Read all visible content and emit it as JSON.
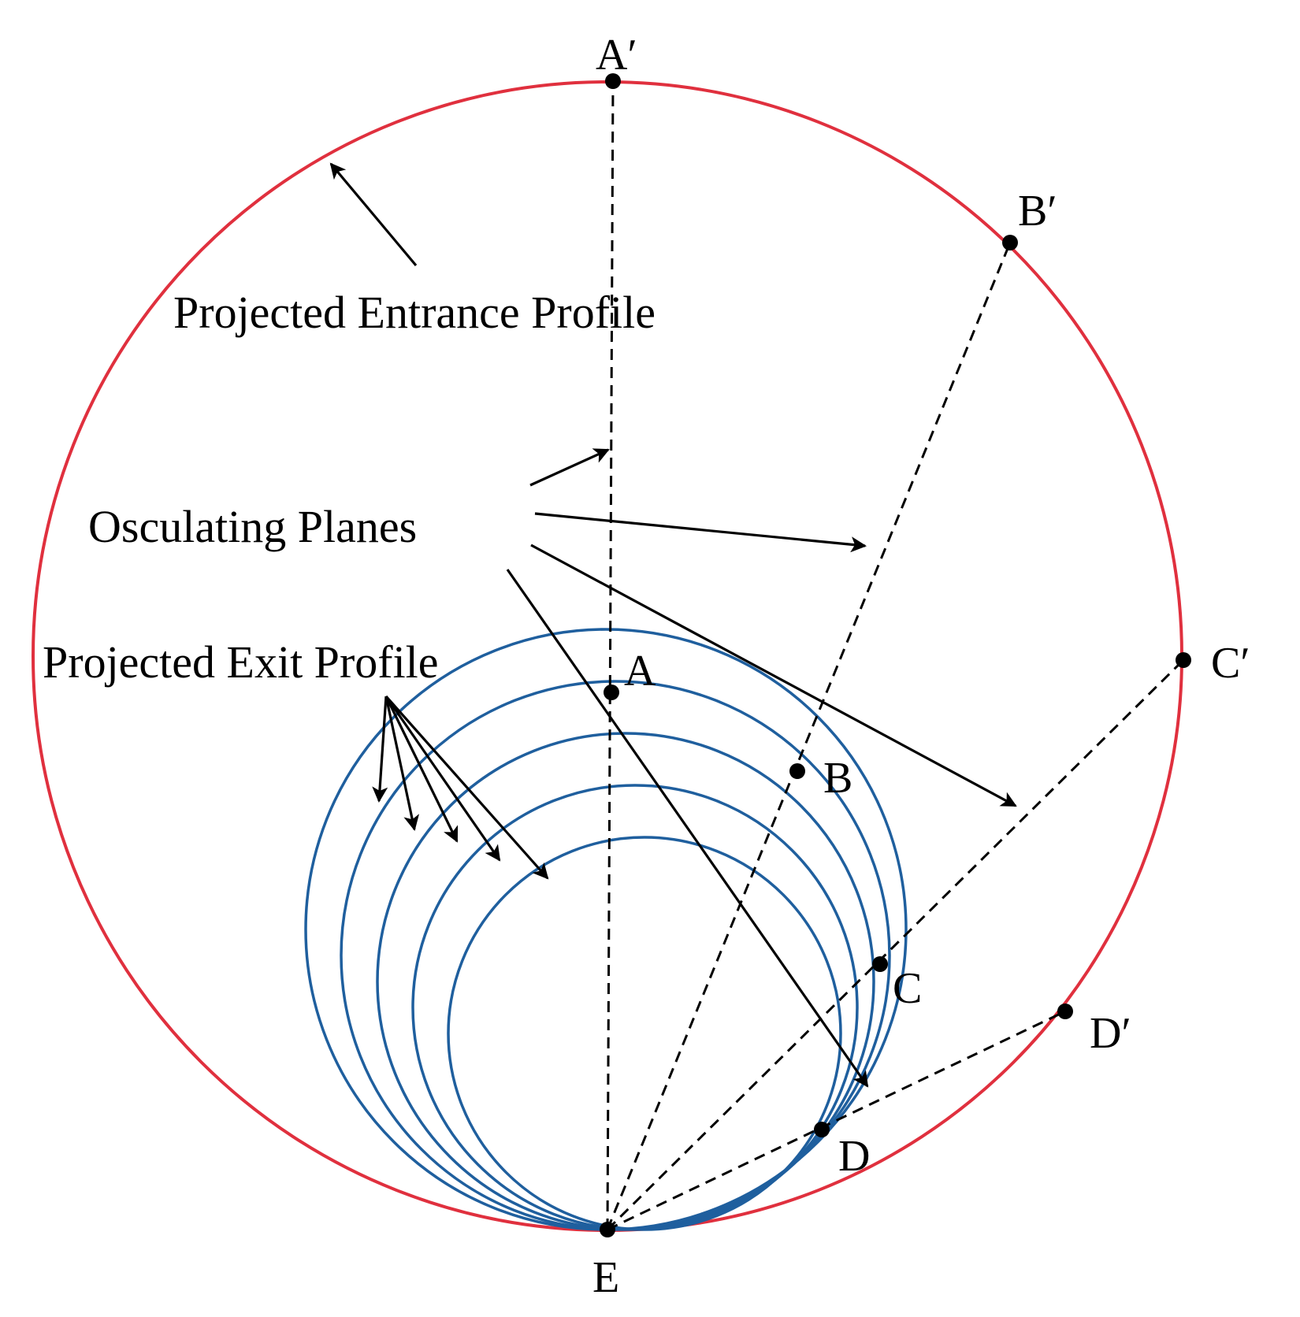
{
  "colors": {
    "entrance_profile": "#e0303e",
    "exit_profile": "#1f5f9e",
    "ink": "#000000"
  },
  "labels": {
    "entrance_profile": "Projected Entrance Profile",
    "osculating_planes": "Osculating Planes",
    "exit_profile": "Projected Exit Profile"
  },
  "points": {
    "A_prime": "A′",
    "B_prime": "B′",
    "C_prime": "C′",
    "D_prime": "D′",
    "A": "A",
    "B": "B",
    "C": "C",
    "D": "D",
    "E": "E"
  },
  "exit_profile_count": 5
}
